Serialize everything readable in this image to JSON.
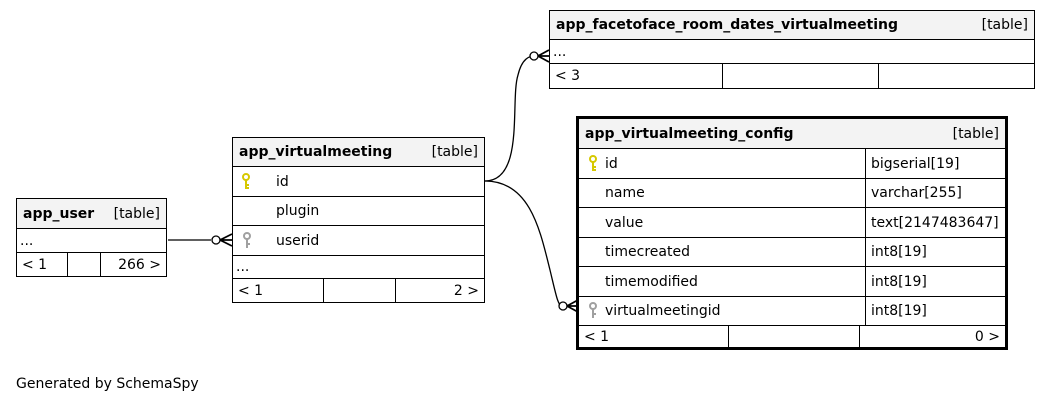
{
  "tables": {
    "facetoface": {
      "name": "app_facetoface_room_dates_virtualmeeting",
      "kind": "[table]",
      "ellipsis": "...",
      "footer": [
        "< 3",
        "",
        ""
      ]
    },
    "virtualmeeting": {
      "name": "app_virtualmeeting",
      "kind": "[table]",
      "columns": [
        "id",
        "plugin",
        "userid"
      ],
      "ellipsis": "...",
      "footer": [
        "< 1",
        "",
        "2 >"
      ]
    },
    "user": {
      "name": "app_user",
      "kind": "[table]",
      "ellipsis": "...",
      "footer": [
        "< 1",
        "",
        "266 >"
      ]
    },
    "config": {
      "name": "app_virtualmeeting_config",
      "kind": "[table]",
      "columns": [
        {
          "name": "id",
          "type": "bigserial[19]"
        },
        {
          "name": "name",
          "type": "varchar[255]"
        },
        {
          "name": "value",
          "type": "text[2147483647]"
        },
        {
          "name": "timecreated",
          "type": "int8[19]"
        },
        {
          "name": "timemodified",
          "type": "int8[19]"
        },
        {
          "name": "virtualmeetingid",
          "type": "int8[19]"
        }
      ],
      "footer": [
        "< 1",
        "",
        "0 >"
      ]
    }
  },
  "colors": {
    "primary_key": "#d6c800",
    "foreign_key": "#a0a0a0",
    "header_bg": "#f3f3f3"
  },
  "caption": "Generated by SchemaSpy"
}
